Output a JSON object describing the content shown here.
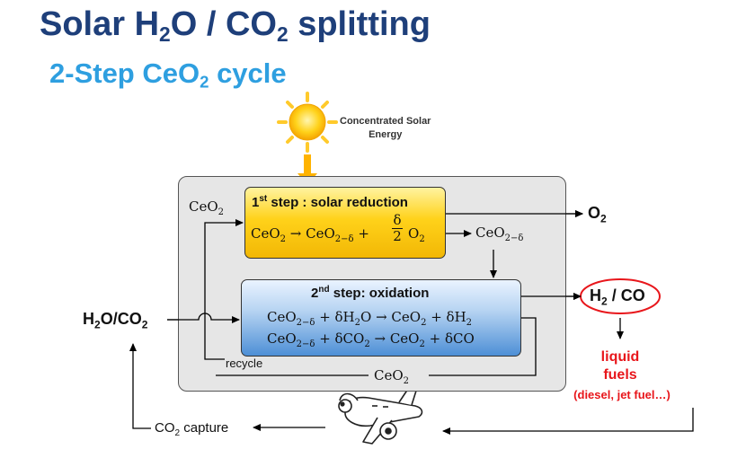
{
  "title": {
    "prefix": "Solar H",
    "sub1": "2",
    "mid": "O / CO",
    "sub2": "2",
    "suffix": " splitting"
  },
  "subtitle": {
    "prefix": "2-Step CeO",
    "sub": "2",
    "suffix": " cycle"
  },
  "sun_label": {
    "line1": "Concentrated Solar",
    "line2": "Energy"
  },
  "step1": {
    "heading_num": "1",
    "heading_sup": "st",
    "heading_rest": " step : solar reduction",
    "eq_left": "CeO",
    "eq_left_sub": "2",
    "eq_arrow": " → CeO",
    "eq_prod_sub": "2−δ",
    "eq_plus": " + ",
    "frac_num": "δ",
    "frac_den": "2",
    "eq_o": "O",
    "eq_o_sub": "2"
  },
  "step2": {
    "heading_num": "2",
    "heading_sup": "nd",
    "heading_rest": " step: oxidation",
    "eq1": {
      "a": "CeO",
      "a_sub": "2−δ",
      "b": " + δH",
      "b_sub": "2",
      "c": "O → CeO",
      "c_sub": "2",
      "d": " + δH",
      "d_sub": "2"
    },
    "eq2": {
      "a": "CeO",
      "a_sub": "2−δ",
      "b": " + δCO",
      "b_sub": "2",
      "c": " → CeO",
      "c_sub": "2",
      "d": " + δCO"
    }
  },
  "labels": {
    "ceo2_left": "CeO",
    "ceo2_left_sub": "2",
    "ceo2_reduced": "CeO",
    "ceo2_reduced_sub": "2−δ",
    "o2": "O",
    "o2_sub": "2",
    "input_a": "H",
    "input_a_sub": "2",
    "input_b": "O/CO",
    "input_b_sub": "2",
    "recycle": "recycle",
    "ceo2_bottom": "CeO",
    "ceo2_bottom_sub": "2",
    "product_a": "H",
    "product_a_sub": "2",
    "product_b": " / CO",
    "fuels_line1": "liquid",
    "fuels_line2": "fuels",
    "fuels_line3": "(diesel, jet fuel…)",
    "capture_a": "CO",
    "capture_sub": "2",
    "capture_b": " capture"
  },
  "colors": {
    "title": "#1e3f7a",
    "subtitle": "#2e9fe0",
    "fuels": "#e8161b",
    "sun": "#ffc107"
  }
}
